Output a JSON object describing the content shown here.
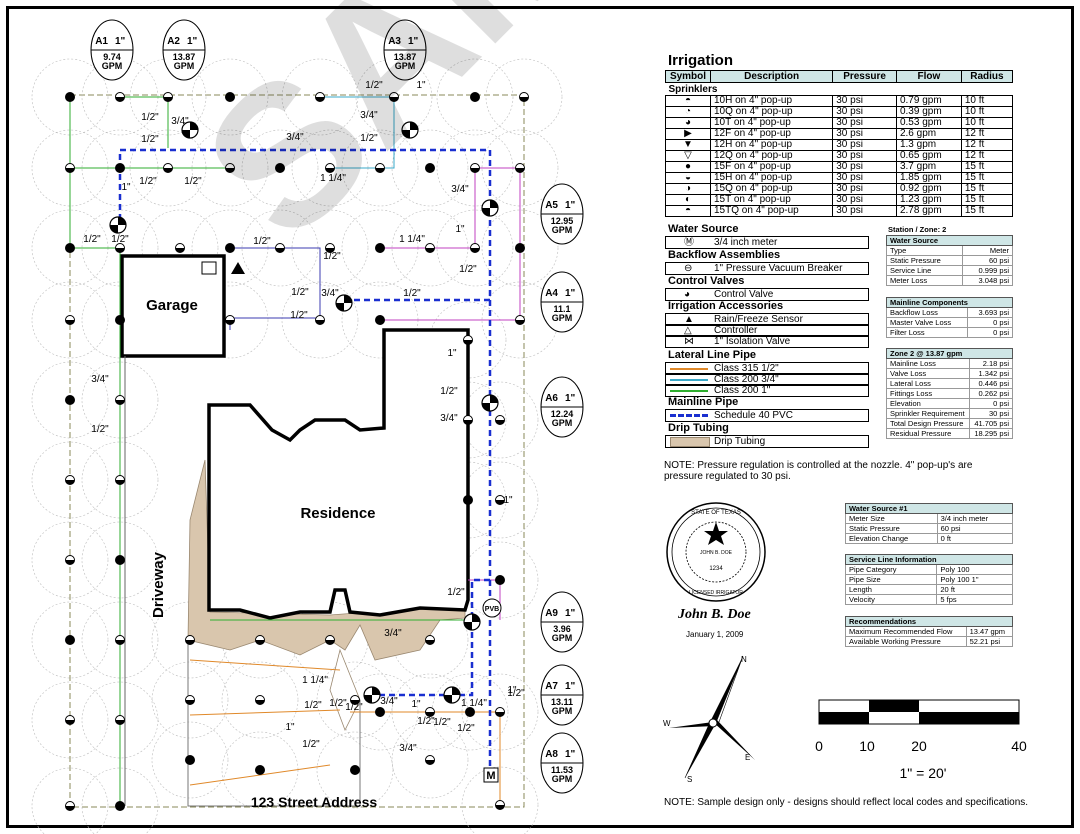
{
  "plan": {
    "garage_label": "Garage",
    "residence_label": "Residence",
    "driveway_label": "Driveway",
    "address": "123 Street Address",
    "watermark": "SAMPLE",
    "zones": [
      {
        "id": "A1",
        "size": "1\"",
        "flow": "9.74",
        "unit": "GPM"
      },
      {
        "id": "A2",
        "size": "1\"",
        "flow": "13.87",
        "unit": "GPM"
      },
      {
        "id": "A3",
        "size": "1\"",
        "flow": "13.87",
        "unit": "GPM"
      },
      {
        "id": "A5",
        "size": "1\"",
        "flow": "12.95",
        "unit": "GPM"
      },
      {
        "id": "A4",
        "size": "1\"",
        "flow": "11.1",
        "unit": "GPM"
      },
      {
        "id": "A6",
        "size": "1\"",
        "flow": "12.24",
        "unit": "GPM"
      },
      {
        "id": "A9",
        "size": "1\"",
        "flow": "3.96",
        "unit": "GPM"
      },
      {
        "id": "A7",
        "size": "1\"",
        "flow": "13.11",
        "unit": "GPM"
      },
      {
        "id": "A8",
        "size": "1\"",
        "flow": "11.53",
        "unit": "GPM"
      }
    ],
    "pipe_labels": [
      "1/2\"",
      "1/2\"",
      "1/2\"",
      "3/4\"",
      "1\"",
      "1/2\"",
      "1/2\"",
      "1\"",
      "3/4\"",
      "1/2\"",
      "3/4\"",
      "1 1/4\"",
      "3/4\"",
      "1\"",
      "1/2\"",
      "1/2\"",
      "1/2\"",
      "1/2\"",
      "1/2\"",
      "3/4\"",
      "1/2\"",
      "1/2\"",
      "1 1/4\"",
      "1/2\"",
      "3/4\"",
      "1/2\"",
      "1\"",
      "1/2\"",
      "3/4\"",
      "1\"",
      "3/4\"",
      "1/2\"",
      "1 1/4\"",
      "1/2\"",
      "1\"",
      "1/2\"",
      "1/2\"",
      "3/4\"",
      "1\"",
      "1/2\"",
      "1/2\"",
      "1/2\"",
      "3/4\"",
      "1\"",
      "1 1/4\"",
      "1/2\"",
      "1/2\""
    ],
    "pvb_label": "PVB",
    "meter_label": "M"
  },
  "legend": {
    "title": "Irrigation",
    "headers": [
      "Symbol",
      "Description",
      "Pressure",
      "Flow",
      "Radius"
    ],
    "sprinklers_label": "Sprinklers",
    "sprinklers": [
      {
        "sym": "◓",
        "desc": "10H on 4\" pop-up",
        "pressure": "30 psi",
        "flow": "0.79 gpm",
        "radius": "10 ft"
      },
      {
        "sym": "◔",
        "desc": "10Q on 4\" pop-up",
        "pressure": "30 psi",
        "flow": "0.39 gpm",
        "radius": "10 ft"
      },
      {
        "sym": "◕",
        "desc": "10T on 4\" pop-up",
        "pressure": "30 psi",
        "flow": "0.53 gpm",
        "radius": "10 ft"
      },
      {
        "sym": "▶",
        "desc": "12F on 4\" pop-up",
        "pressure": "30 psi",
        "flow": "2.6 gpm",
        "radius": "12 ft"
      },
      {
        "sym": "▼",
        "desc": "12H on 4\" pop-up",
        "pressure": "30 psi",
        "flow": "1.3 gpm",
        "radius": "12 ft"
      },
      {
        "sym": "▽",
        "desc": "12Q on 4\" pop-up",
        "pressure": "30 psi",
        "flow": "0.65 gpm",
        "radius": "12 ft"
      },
      {
        "sym": "●",
        "desc": "15F on 4\" pop-up",
        "pressure": "30 psi",
        "flow": "3.7 gpm",
        "radius": "15 ft"
      },
      {
        "sym": "◒",
        "desc": "15H on 4\" pop-up",
        "pressure": "30 psi",
        "flow": "1.85 gpm",
        "radius": "15 ft"
      },
      {
        "sym": "◑",
        "desc": "15Q on 4\" pop-up",
        "pressure": "30 psi",
        "flow": "0.92 gpm",
        "radius": "15 ft"
      },
      {
        "sym": "◐",
        "desc": "15T on 4\" pop-up",
        "pressure": "30 psi",
        "flow": "1.23 gpm",
        "radius": "15 ft"
      },
      {
        "sym": "◓",
        "desc": "15TQ on 4\" pop-up",
        "pressure": "30 psi",
        "flow": "2.78 gpm",
        "radius": "15 ft"
      }
    ],
    "water_source_label": "Water Source",
    "water_source_item": "3/4 inch meter",
    "backflow_label": "Backflow Assemblies",
    "backflow_item": "1\" Pressure Vacuum Breaker",
    "control_label": "Control Valves",
    "control_item": "Control Valve",
    "accessories_label": "Irrigation Accessories",
    "accessories": [
      "Rain/Freeze Sensor",
      "Controller",
      "1\" Isolation Valve"
    ],
    "lateral_label": "Lateral Line Pipe",
    "lateral": [
      {
        "name": "Class 315 1/2\"",
        "color": "#e0892a"
      },
      {
        "name": "Class 200 3/4\"",
        "color": "#3aa8c8"
      },
      {
        "name": "Class 200 1\"",
        "color": "#2fae2f"
      }
    ],
    "mainline_label": "Mainline Pipe",
    "mainline_item": "Schedule 40 PVC",
    "drip_label": "Drip Tubing",
    "drip_item": "Drip Tubing",
    "note": "NOTE:  Pressure regulation is controlled at the nozzle.  4\" pop-up's are pressure regulated to 30 psi.",
    "note_bottom": "NOTE:  Sample design only - designs should reflect local codes and specifications."
  },
  "station": {
    "title": "Station / Zone:  2",
    "water_source": {
      "header": "Water Source",
      "rows": [
        [
          "Type",
          "Meter"
        ],
        [
          "Static Pressure",
          "60 psi"
        ],
        [
          "Service Line",
          "0.999 psi"
        ],
        [
          "Meter Loss",
          "3.048 psi"
        ]
      ]
    },
    "mainline": {
      "header": "Mainline Components",
      "rows": [
        [
          "Backflow Loss",
          "3.693 psi"
        ],
        [
          "Master Valve Loss",
          "0 psi"
        ],
        [
          "Filter Loss",
          "0 psi"
        ]
      ]
    },
    "zone": {
      "header": "Zone 2 @ 13.87 gpm",
      "rows": [
        [
          "Mainline Loss",
          "2.18 psi"
        ],
        [
          "Valve Loss",
          "1.342 psi"
        ],
        [
          "Lateral Loss",
          "0.446 psi"
        ],
        [
          "Fittings Loss",
          "0.262 psi"
        ],
        [
          "Elevation",
          "0 psi"
        ],
        [
          "Sprinkler Requirement",
          "30 psi"
        ],
        [
          "Total Design Pressure",
          "41.705 psi"
        ],
        [
          "Residual Pressure",
          "18.295 psi"
        ]
      ]
    }
  },
  "water_source_1": {
    "header": "Water Source #1",
    "rows": [
      [
        "Meter Size",
        "3/4 inch meter"
      ],
      [
        "Static Pressure",
        "60 psi"
      ],
      [
        "Elevation Change",
        "0 ft"
      ]
    ],
    "service_header": "Service Line Information",
    "service_rows": [
      [
        "Pipe Category",
        "Poly 100"
      ],
      [
        "Pipe Size",
        "Poly 100 1\""
      ],
      [
        "Length",
        "20 ft"
      ],
      [
        "Velocity",
        "5 fps"
      ]
    ],
    "rec_header": "Recommendations",
    "rec_rows": [
      [
        "Maximum Recommended Flow",
        "13.47 gpm"
      ],
      [
        "Available Working Pressure",
        "52.21 psi"
      ]
    ]
  },
  "seal": {
    "name": "John B. Doe",
    "date": "January 1, 2009",
    "number": "1234",
    "ring_text": "STATE OF TEXAS",
    "inner_name": "JOHN B. DOE",
    "lower_ring": "LICENSED IRRIGATOR"
  },
  "scale": {
    "ticks": [
      "0",
      "10",
      "20",
      "40"
    ],
    "caption": "1\" = 20'"
  },
  "compass": {
    "n": "N",
    "e": "E",
    "s": "S",
    "w": "W"
  }
}
